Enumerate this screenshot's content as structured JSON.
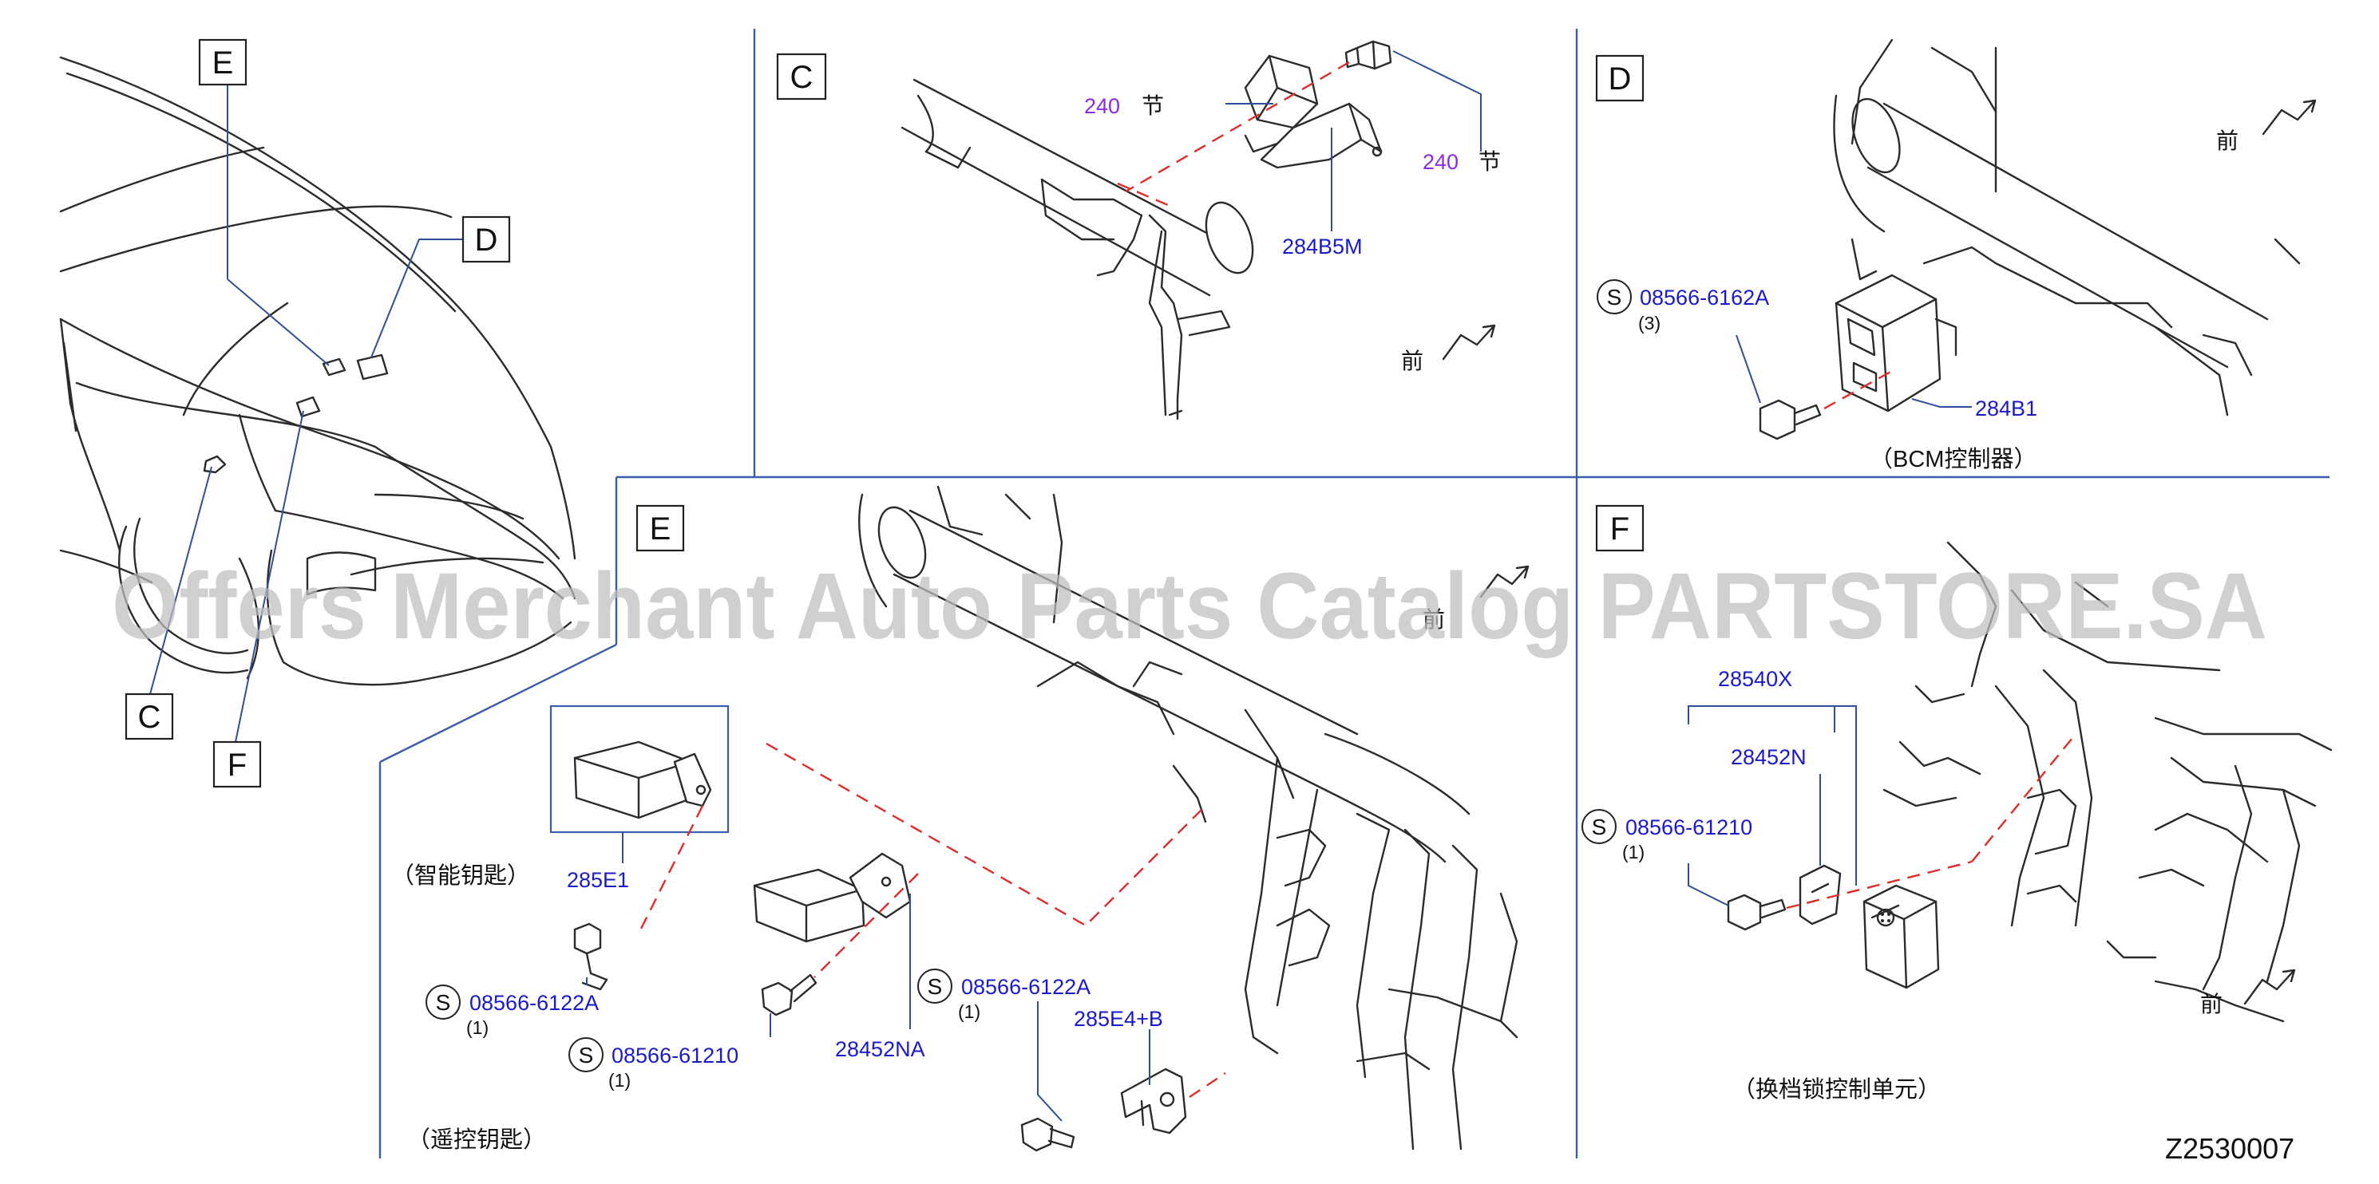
{
  "views": {
    "overview": {
      "box_labels": [
        "E",
        "D",
        "C",
        "F"
      ]
    },
    "C": {
      "label": "C",
      "parts": [
        {
          "number": "240",
          "suffix": "节"
        },
        {
          "number": "240",
          "suffix": "节"
        },
        {
          "number": "284B5M"
        }
      ],
      "front_label": "前"
    },
    "D": {
      "label": "D",
      "front_label": "前",
      "bolt": {
        "symbol": "S",
        "number": "08566-6162A",
        "qty": "(3)"
      },
      "module": {
        "number": "284B1",
        "name": "（BCM控制器）"
      }
    },
    "E": {
      "label": "E",
      "front_label": "前",
      "smart_key": {
        "number": "285E1",
        "name": "（智能钥匙）"
      },
      "remote_key_name": "（遥控钥匙）",
      "bolts": [
        {
          "symbol": "S",
          "number": "08566-6122A",
          "qty": "(1)"
        },
        {
          "symbol": "S",
          "number": "08566-61210",
          "qty": "(1)"
        },
        {
          "symbol": "S",
          "number": "08566-6122A",
          "qty": "(1)"
        }
      ],
      "bracket": {
        "number": "28452NA"
      },
      "antenna": {
        "number": "285E4+B"
      }
    },
    "F": {
      "label": "F",
      "front_label": "前",
      "unit_number": "28540X",
      "bracket_number": "28452N",
      "bolt": {
        "symbol": "S",
        "number": "08566-61210",
        "qty": "(1)"
      },
      "unit_name": "（换档锁控制单元）"
    }
  },
  "diagram_code": "Z2530007",
  "watermark": "Offers Merchant Auto Parts Catalog PARTSTORE.SA",
  "colors": {
    "callout_text": "#1a1acc",
    "node_text": "#8a2be2",
    "leader_line": "#2f4f9a",
    "phantom_line": "#e12b2b",
    "line_art": "#2b2b2b"
  }
}
